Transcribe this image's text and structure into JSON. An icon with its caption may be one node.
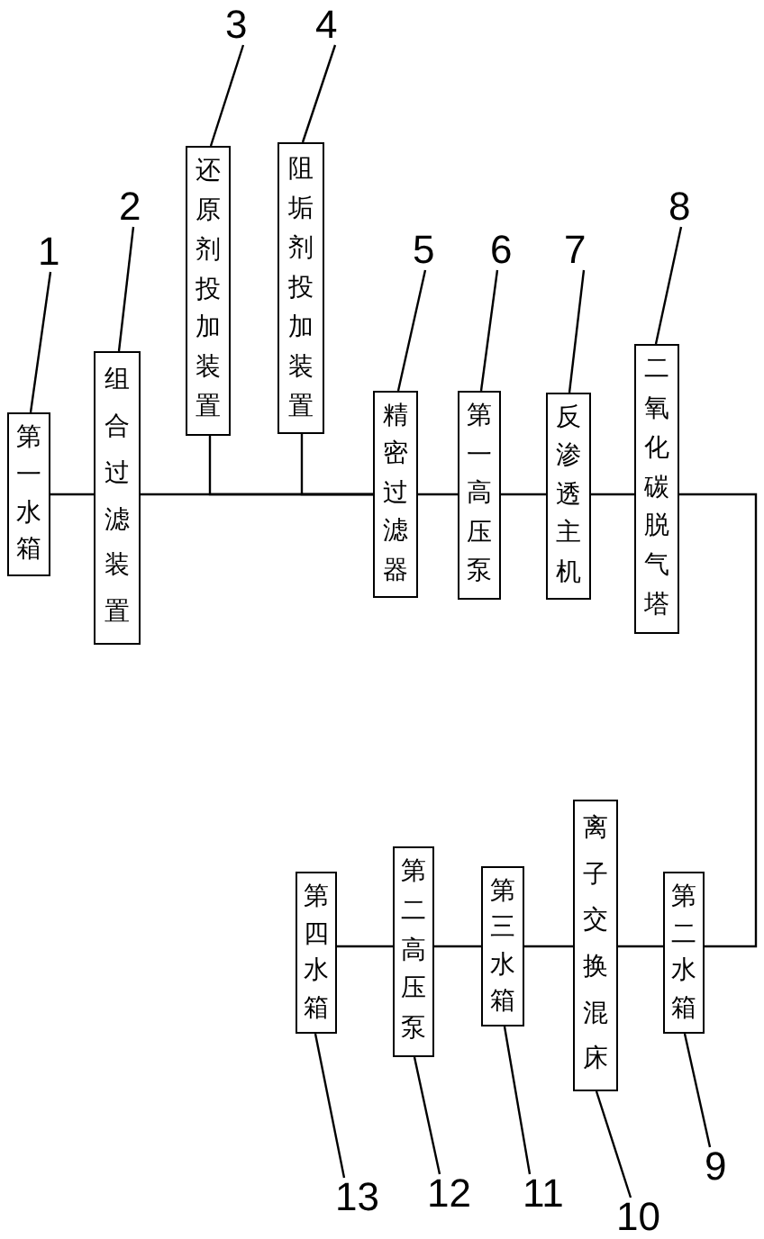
{
  "diagram": {
    "nodes": [
      {
        "text": [
          "第一水箱"
        ]
      },
      {
        "text": [
          "组合过滤装置"
        ]
      },
      {
        "text": [
          "还原剂投加装置"
        ]
      },
      {
        "text": [
          "阻垢剂投加装置"
        ]
      },
      {
        "text": [
          "精密过滤器"
        ]
      },
      {
        "text": [
          "第一高压泵"
        ]
      },
      {
        "text": [
          "反渗透主机"
        ]
      },
      {
        "text": [
          "二氧化碳脱气塔"
        ]
      },
      {
        "text": [
          "第二水箱"
        ]
      },
      {
        "text": [
          "离子交换混床"
        ]
      },
      {
        "text": [
          "第三水箱"
        ]
      },
      {
        "text": [
          "第二高压泵"
        ]
      },
      {
        "text": [
          "第四水箱"
        ]
      },
      {
        "text": [
          "1"
        ]
      },
      {
        "text": [
          "2"
        ]
      },
      {
        "text": [
          "3"
        ]
      },
      {
        "text": [
          "4"
        ]
      },
      {
        "text": [
          "5"
        ]
      },
      {
        "text": [
          "6"
        ]
      },
      {
        "text": [
          "7"
        ]
      },
      {
        "text": [
          "8"
        ]
      },
      {
        "text": [
          "9"
        ]
      },
      {
        "text": [
          "10"
        ]
      },
      {
        "text": [
          "11"
        ]
      },
      {
        "text": [
          "12"
        ]
      },
      {
        "text": [
          "13"
        ]
      }
    ],
    "edges": [
      {
        "from": 0,
        "to": 1,
        "arrow": "none"
      },
      {
        "from": 1,
        "to": 4,
        "arrow": "none"
      },
      {
        "from": 2,
        "to": 4,
        "arrow": "none"
      },
      {
        "from": 3,
        "to": 4,
        "arrow": "none"
      },
      {
        "from": 4,
        "to": 5,
        "arrow": "none"
      },
      {
        "from": 5,
        "to": 6,
        "arrow": "none"
      },
      {
        "from": 6,
        "to": 7,
        "arrow": "none"
      },
      {
        "from": 7,
        "to": 8,
        "arrow": "none"
      },
      {
        "from": 8,
        "to": 9,
        "arrow": "none"
      },
      {
        "from": 9,
        "to": 10,
        "arrow": "none"
      },
      {
        "from": 10,
        "to": 11,
        "arrow": "none"
      },
      {
        "from": 11,
        "to": 12,
        "arrow": "none"
      },
      {
        "from": 13,
        "to": 0,
        "arrow": "none"
      },
      {
        "from": 14,
        "to": 1,
        "arrow": "none"
      },
      {
        "from": 15,
        "to": 2,
        "arrow": "none"
      },
      {
        "from": 16,
        "to": 3,
        "arrow": "none"
      },
      {
        "from": 17,
        "to": 4,
        "arrow": "none"
      },
      {
        "from": 18,
        "to": 5,
        "arrow": "none"
      },
      {
        "from": 19,
        "to": 6,
        "arrow": "none"
      },
      {
        "from": 20,
        "to": 7,
        "arrow": "none"
      },
      {
        "from": 21,
        "to": 8,
        "arrow": "none"
      },
      {
        "from": 22,
        "to": 9,
        "arrow": "none"
      },
      {
        "from": 23,
        "to": 10,
        "arrow": "none"
      },
      {
        "from": 24,
        "to": 11,
        "arrow": "none"
      },
      {
        "from": 25,
        "to": 12,
        "arrow": "none"
      }
    ]
  }
}
